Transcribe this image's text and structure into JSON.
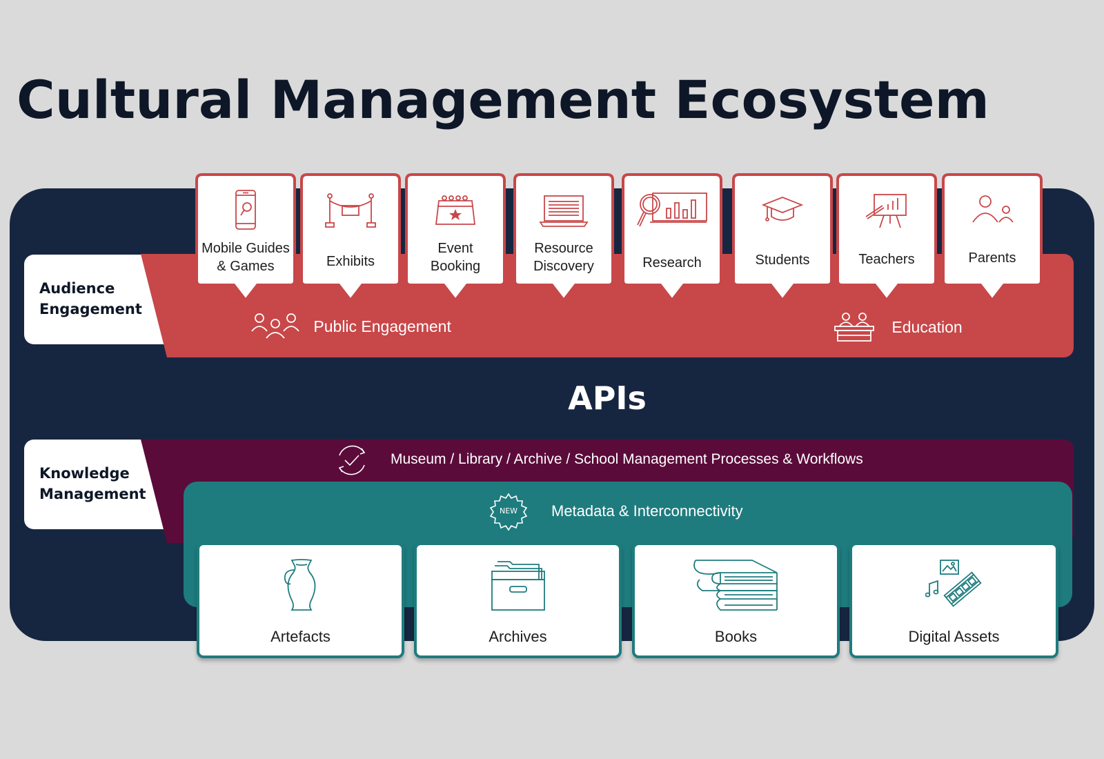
{
  "title": "Cultural Management Ecosystem",
  "colors": {
    "navy": "#172640",
    "red": "#c84749",
    "purple": "#5b0b3a",
    "teal": "#1e7c7e",
    "card_border_red": "#c84749",
    "background": "#dadada"
  },
  "audience": {
    "label_line1": "Audience",
    "label_line2": "Engagement",
    "cards": [
      {
        "line1": "Mobile Guides",
        "line2": "& Games",
        "icon": "smartphone-icon"
      },
      {
        "line1": "Exhibits",
        "line2": "",
        "icon": "rope-barrier-icon"
      },
      {
        "line1": "Event",
        "line2": "Booking",
        "icon": "calendar-star-icon"
      },
      {
        "line1": "Resource",
        "line2": "Discovery",
        "icon": "laptop-icon"
      },
      {
        "line1": "Research",
        "line2": "",
        "icon": "magnifier-chart-icon"
      },
      {
        "line1": "Students",
        "line2": "",
        "icon": "graduation-cap-icon"
      },
      {
        "line1": "Teachers",
        "line2": "",
        "icon": "presentation-board-icon"
      },
      {
        "line1": "Parents",
        "line2": "",
        "icon": "parent-child-icon"
      }
    ],
    "public_engagement": "Public Engagement",
    "education": "Education"
  },
  "apis": "APIs",
  "knowledge": {
    "label_line1": "Knowledge",
    "label_line2": "Management",
    "processes": "Museum / Library / Archive / School Management Processes & Workflows",
    "new_badge": "NEW",
    "metadata": "Metadata & Interconnectivity",
    "cards": [
      {
        "label": "Artefacts",
        "icon": "vase-icon"
      },
      {
        "label": "Archives",
        "icon": "archive-box-icon"
      },
      {
        "label": "Books",
        "icon": "books-icon"
      },
      {
        "label": "Digital Assets",
        "icon": "media-assets-icon"
      }
    ]
  }
}
